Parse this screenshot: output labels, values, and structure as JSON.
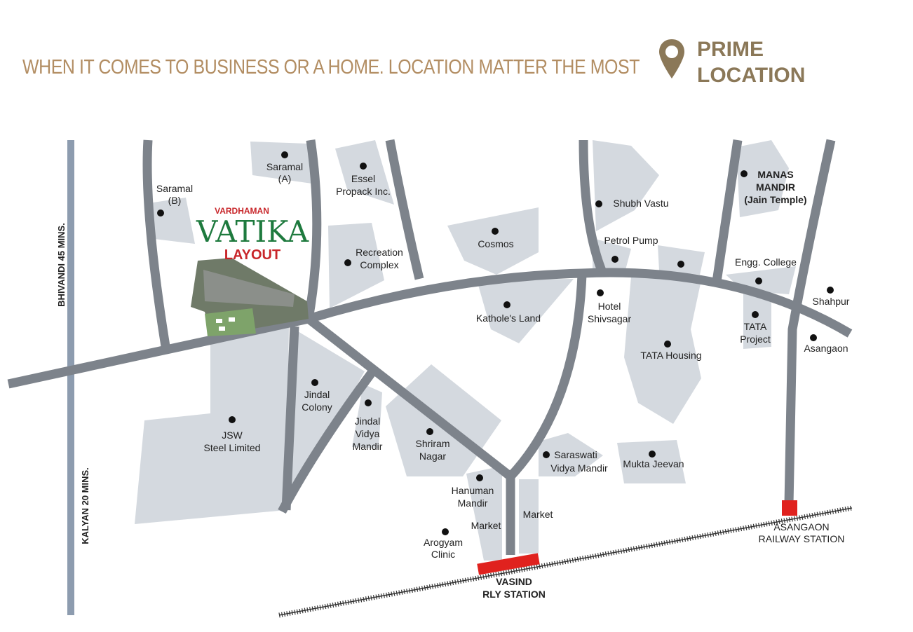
{
  "header": {
    "tagline": "WHEN IT COMES TO BUSINESS OR A HOME. LOCATION MATTER THE MOST",
    "prime_line1": "PRIME",
    "prime_line2": "LOCATION",
    "pin_icon": "map-pin-icon"
  },
  "logo": {
    "brand": "VARDHAMAN",
    "name": "VATIKA",
    "sub": "LAYOUT"
  },
  "directions": {
    "bhivandi": "BHIVANDI 45 MINS.",
    "kalyan": "KALYAN 20 MINS."
  },
  "places": [
    {
      "lines": [
        "Saramal",
        "(A)"
      ]
    },
    {
      "lines": [
        "Saramal",
        "(B)"
      ]
    },
    {
      "lines": [
        "Essel",
        "Propack Inc."
      ]
    },
    {
      "lines": [
        "Recreation",
        "Complex"
      ]
    },
    {
      "lines": [
        "Cosmos"
      ]
    },
    {
      "lines": [
        "Kathole's Land"
      ]
    },
    {
      "lines": [
        "Shubh Vastu"
      ]
    },
    {
      "lines": [
        "MANAS",
        "MANDIR",
        "(Jain Temple)"
      ]
    },
    {
      "lines": [
        "Petrol Pump"
      ]
    },
    {
      "lines": [
        "Engg. College"
      ]
    },
    {
      "lines": [
        "Shahpur"
      ]
    },
    {
      "lines": [
        "Hotel",
        "Shivsagar"
      ]
    },
    {
      "lines": [
        "TATA",
        "Project"
      ]
    },
    {
      "lines": [
        "Asangaon"
      ]
    },
    {
      "lines": [
        "TATA Housing"
      ]
    },
    {
      "lines": [
        "Jindal",
        "Colony"
      ]
    },
    {
      "lines": [
        "JSW",
        "Steel Limited"
      ]
    },
    {
      "lines": [
        "Jindal",
        "Vidya",
        "Mandir"
      ]
    },
    {
      "lines": [
        "Shriram",
        "Nagar"
      ]
    },
    {
      "lines": [
        "Saraswati",
        "Vidya Mandir"
      ]
    },
    {
      "lines": [
        "Mukta Jeevan"
      ]
    },
    {
      "lines": [
        "Hanuman",
        "Mandir"
      ]
    },
    {
      "lines": [
        "Market"
      ]
    },
    {
      "lines": [
        "Market"
      ]
    },
    {
      "lines": [
        "Arogyam",
        "Clinic"
      ]
    }
  ],
  "stations": [
    {
      "lines": [
        "VASIND",
        "RLY STATION"
      ]
    },
    {
      "lines": [
        "ASANGAON",
        "RAILWAY STATION"
      ]
    }
  ],
  "colors": {
    "road": "#7d838b",
    "block": "#d4d9df",
    "station": "#e0221e",
    "accent": "#b28d62"
  }
}
